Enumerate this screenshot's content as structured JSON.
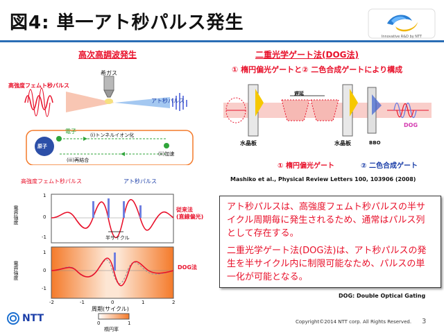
{
  "slide": {
    "title": "図4: 単一アト秒パルス発生",
    "page_number": "3",
    "copyright": "Copyright©2014  NTT corp. All Rights Reserved.",
    "logo_caption": "Innovative R&D by NTT",
    "ntt_label": "NTT"
  },
  "left": {
    "section_title": "高次高調波発生",
    "fs_pulse_label": "高強度フェムト秒パルス",
    "noble_gas_label": "希ガス",
    "atto_pulse_label": "アト秒パルス",
    "atom_label": "原子",
    "electron_label": "電子",
    "step_i": "(i)トンネルイオン化",
    "step_ii": "(ii)加速",
    "step_iii": "(iii)再結合"
  },
  "right": {
    "section_title": "二重光学ゲート法(DOG法)",
    "subtitle": "① 楕円偏光ゲートと② 二色合成ゲートにより構成",
    "delay_label": "遅延",
    "crystal_left": "水晶板",
    "crystal_right": "水晶板",
    "bbo_label": "BBO",
    "dog_label": "DOG",
    "gate1_label": "① 楕円偏光ゲート",
    "gate2_label": "② 二色合成ゲート",
    "reference": "Mashiko et al., Physical Review Letters 100, 103906 (2008)"
  },
  "plots": {
    "fs_label": "高強度フェムト秒パルス",
    "atto_label": "アト秒パルス",
    "y_label": "電界強度",
    "conventional_label": "従来法\n(直線偏光)",
    "dog_label": "DOG法",
    "half_cycle_label": "半サイクル",
    "x_label": "周期(サイクル)",
    "x_ticks": [
      "-2",
      "-1",
      "0",
      "1",
      "2"
    ],
    "y_ticks_top": [
      "1",
      "0",
      "-1"
    ],
    "y_ticks_bottom": [
      "1",
      "0",
      "-1"
    ],
    "colorbar_ticks": [
      "0",
      "1"
    ],
    "colorbar_label": "楕円率"
  },
  "explanation": {
    "para1": "アト秒パルスは、高強度フェムト秒パルスの半サイクル周期毎に発生されるため、通常はパルス列として存在する。",
    "para2": "二重光学ゲート法(DOG法)は、アト秒パルスの発生を半サイクル内に制限可能なため、パルスの単一化が可能となる。"
  },
  "dog_definition": "DOG: Double Optical Gating",
  "colors": {
    "accent_red": "#e8102a",
    "accent_blue": "#1b3ea8",
    "rule_blue": "#2a6db5",
    "atto_blue": "#6f7fe0",
    "orange": "#f47a2a"
  }
}
